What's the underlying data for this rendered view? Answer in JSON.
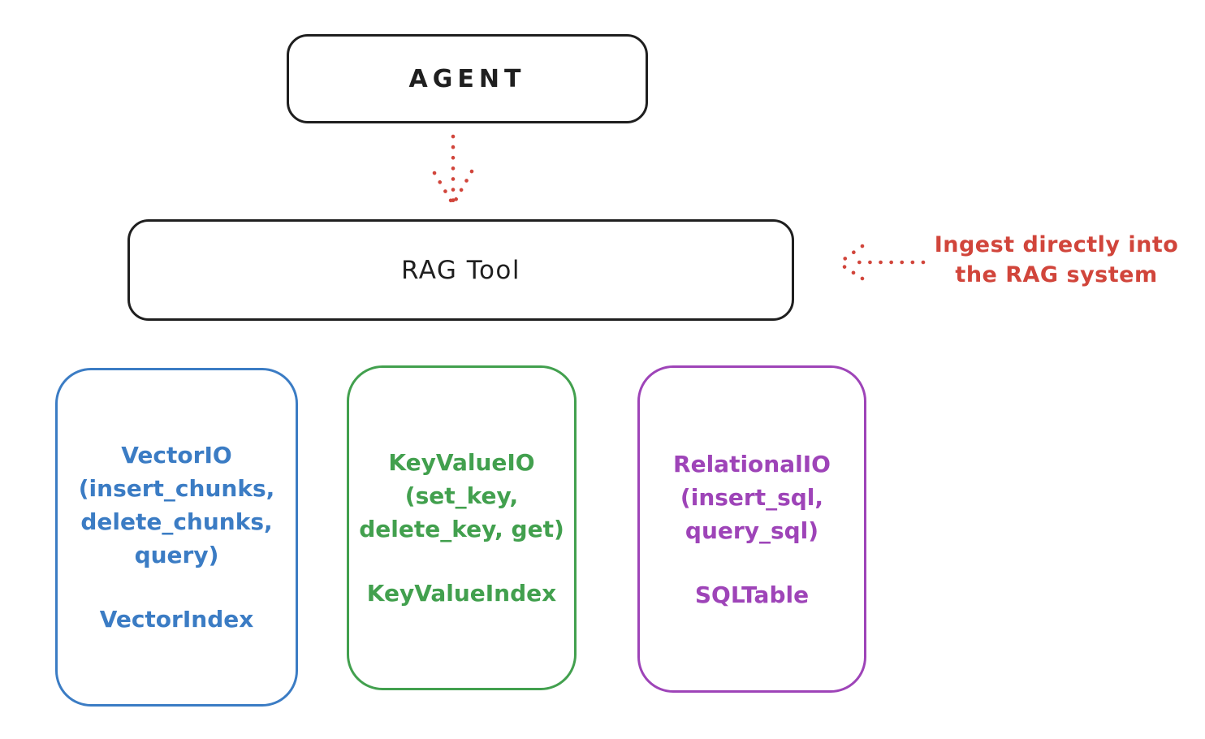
{
  "colors": {
    "ink": "#1f1f1f",
    "red": "#d1453b",
    "blue": "#3b7cc4",
    "green": "#42a04e",
    "purple": "#9e44b8"
  },
  "nodes": {
    "agent": {
      "label": "AGENT"
    },
    "rag_tool": {
      "label": "RAG Tool"
    }
  },
  "arrows": {
    "agent_to_rag": "dotted-down-arrow",
    "annotation_to_rag": "dotted-left-arrow"
  },
  "annotation": {
    "line1": "Ingest directly into",
    "line2": "the RAG system"
  },
  "storage_boxes": [
    {
      "id": "vector-io",
      "color": "#3b7cc4",
      "lines": [
        "VectorIO",
        "(insert_chunks,",
        "delete_chunks,",
        "query)"
      ],
      "index_label": "VectorIndex"
    },
    {
      "id": "keyvalue-io",
      "color": "#42a04e",
      "lines": [
        "KeyValueIO",
        "(set_key,",
        "delete_key, get)"
      ],
      "index_label": "KeyValueIndex"
    },
    {
      "id": "relational-io",
      "color": "#9e44b8",
      "lines": [
        "RelationalIO",
        "(insert_sql,",
        "query_sql)"
      ],
      "index_label": "SQLTable"
    }
  ]
}
